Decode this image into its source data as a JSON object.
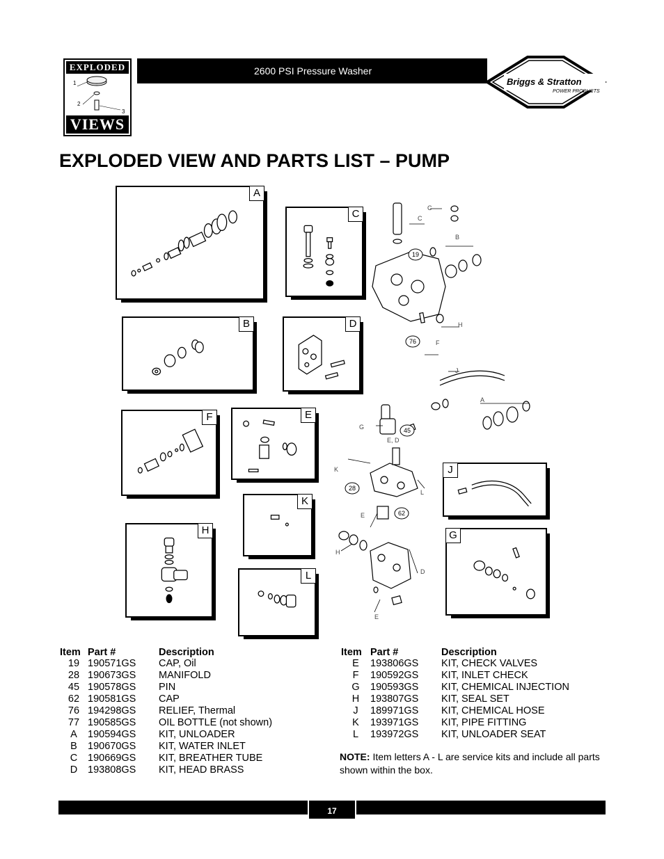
{
  "header": {
    "logo_top": "EXPLODED",
    "logo_bottom": "VIEWS",
    "logo_callouts": [
      "1",
      "2",
      "3"
    ],
    "product_title": "2600 PSI Pressure Washer",
    "brand_name": "Briggs & Stratton",
    "brand_sub": "POWER PRODUCTS"
  },
  "page_heading": "EXPLODED VIEW AND PARTS LIST – PUMP",
  "diagram": {
    "kit_boxes": [
      "A",
      "B",
      "C",
      "D",
      "E",
      "F",
      "G",
      "H",
      "J",
      "K",
      "L"
    ],
    "callouts": [
      "19",
      "76",
      "45",
      "28",
      "62"
    ],
    "assembly_labels": [
      "C",
      "C",
      "B",
      "H",
      "F",
      "J",
      "A",
      "G",
      "E, D",
      "K",
      "L",
      "E",
      "H",
      "D",
      "E"
    ]
  },
  "parts_headers": {
    "item": "Item",
    "part": "Part #",
    "description": "Description"
  },
  "parts_left": [
    {
      "item": "19",
      "part": "190571GS",
      "description": "CAP, Oil"
    },
    {
      "item": "28",
      "part": "190673GS",
      "description": "MANIFOLD"
    },
    {
      "item": "45",
      "part": "190578GS",
      "description": "PIN"
    },
    {
      "item": "62",
      "part": "190581GS",
      "description": "CAP"
    },
    {
      "item": "76",
      "part": "194298GS",
      "description": "RELIEF, Thermal"
    },
    {
      "item": "77",
      "part": "190585GS",
      "description": "OIL BOTTLE (not shown)"
    },
    {
      "item": "A",
      "part": "190594GS",
      "description": "KIT, UNLOADER"
    },
    {
      "item": "B",
      "part": "190670GS",
      "description": "KIT, WATER INLET"
    },
    {
      "item": "C",
      "part": "190669GS",
      "description": "KIT, BREATHER TUBE"
    },
    {
      "item": "D",
      "part": "193808GS",
      "description": "KIT, HEAD BRASS"
    }
  ],
  "parts_right": [
    {
      "item": "E",
      "part": "193806GS",
      "description": "KIT, CHECK VALVES"
    },
    {
      "item": "F",
      "part": "190592GS",
      "description": "KIT, INLET CHECK"
    },
    {
      "item": "G",
      "part": "190593GS",
      "description": "KIT, CHEMICAL INJECTION"
    },
    {
      "item": "H",
      "part": "193807GS",
      "description": "KIT, SEAL SET"
    },
    {
      "item": "J",
      "part": "189971GS",
      "description": "KIT, CHEMICAL HOSE"
    },
    {
      "item": "K",
      "part": "193971GS",
      "description": "KIT, PIPE FITTING"
    },
    {
      "item": "L",
      "part": "193972GS",
      "description": "KIT, UNLOADER SEAT"
    }
  ],
  "note": {
    "label": "NOTE:",
    "text": " Item letters A - L are service kits and include all parts shown within the box."
  },
  "page_number": "17"
}
